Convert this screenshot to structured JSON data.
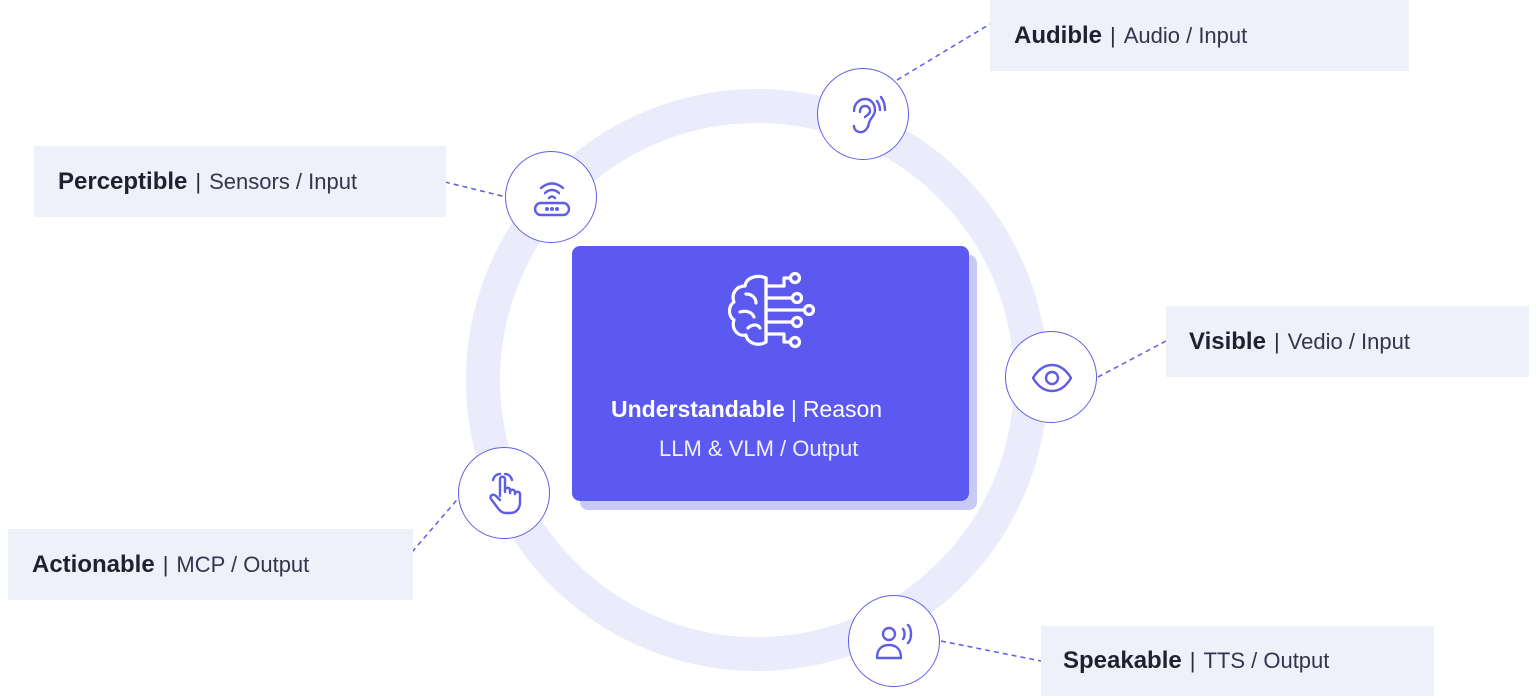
{
  "center": {
    "title": "Understandable",
    "separator": "|",
    "subtitle": "Reason",
    "line2": "LLM & VLM / Output",
    "icon": "brain-circuit-icon"
  },
  "nodes": [
    {
      "id": "audible",
      "title": "Audible",
      "separator": "|",
      "subtitle": "Audio / Input",
      "icon": "ear-icon"
    },
    {
      "id": "perceptible",
      "title": "Perceptible",
      "separator": "|",
      "subtitle": "Sensors / Input",
      "icon": "sensor-wifi-icon"
    },
    {
      "id": "visible",
      "title": "Visible",
      "separator": "|",
      "subtitle": "Vedio / Input",
      "icon": "eye-icon"
    },
    {
      "id": "actionable",
      "title": "Actionable",
      "separator": "|",
      "subtitle": "MCP / Output",
      "icon": "pointer-hand-icon"
    },
    {
      "id": "speakable",
      "title": "Speakable",
      "separator": "|",
      "subtitle": "TTS / Output",
      "icon": "speaking-person-icon"
    }
  ],
  "colors": {
    "ring": "#ebecfb",
    "accent": "#5b59f0",
    "label_bg": "#eef0fa",
    "connector": "#5f5ce6"
  }
}
